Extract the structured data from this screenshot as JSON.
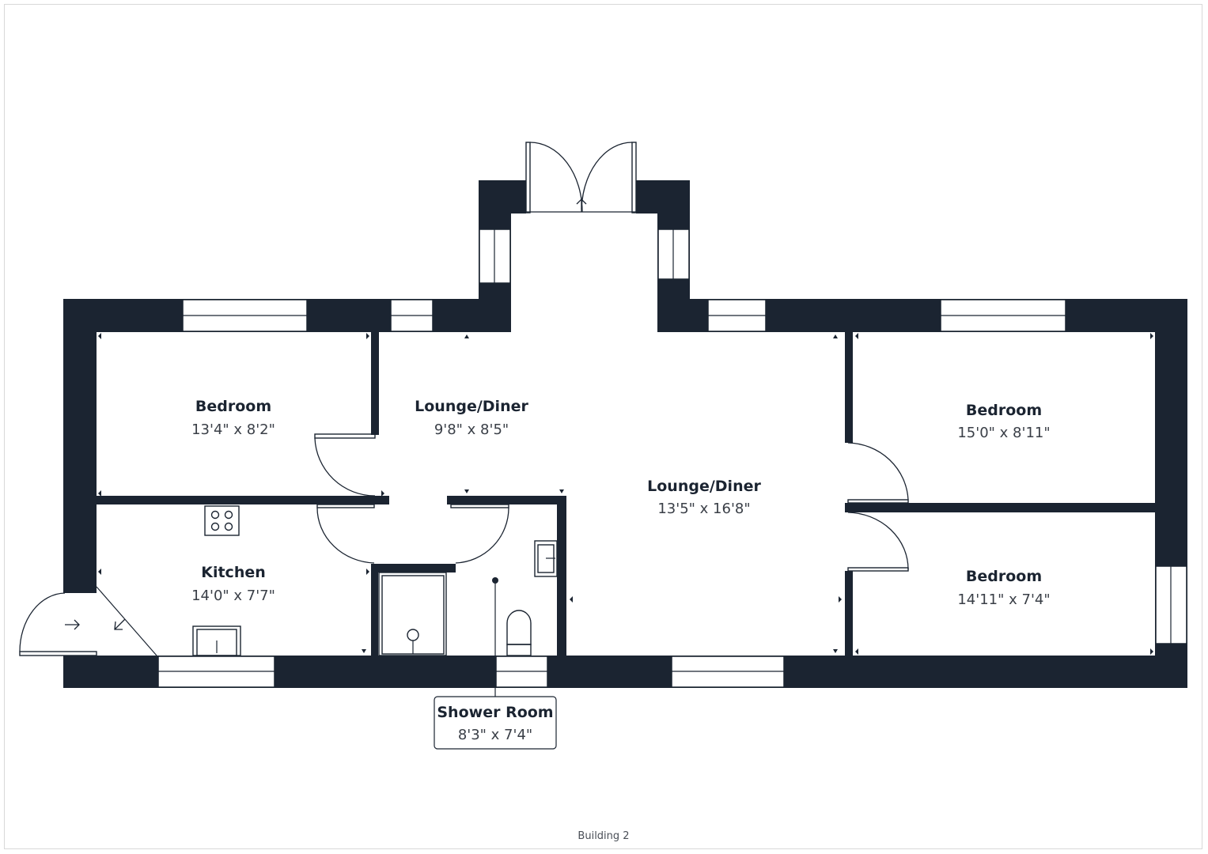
{
  "colors": {
    "wall": "#1b2431",
    "background": "#ffffff"
  },
  "rooms": {
    "bedroom_left": {
      "name": "Bedroom",
      "size": "13'4\" x 8'2\""
    },
    "lounge_small": {
      "name": "Lounge/Diner",
      "size": "9'8\" x 8'5\""
    },
    "lounge_main": {
      "name": "Lounge/Diner",
      "size": "13'5\" x 16'8\""
    },
    "bedroom_top": {
      "name": "Bedroom",
      "size": "15'0\" x 8'11\""
    },
    "bedroom_bottom": {
      "name": "Bedroom",
      "size": "14'11\" x 7'4\""
    },
    "kitchen": {
      "name": "Kitchen",
      "size": "14'0\" x 7'7\""
    },
    "shower_room": {
      "name": "Shower Room",
      "size": "8'3\" x 7'4\""
    }
  },
  "footer": {
    "building_label": "Building 2"
  }
}
